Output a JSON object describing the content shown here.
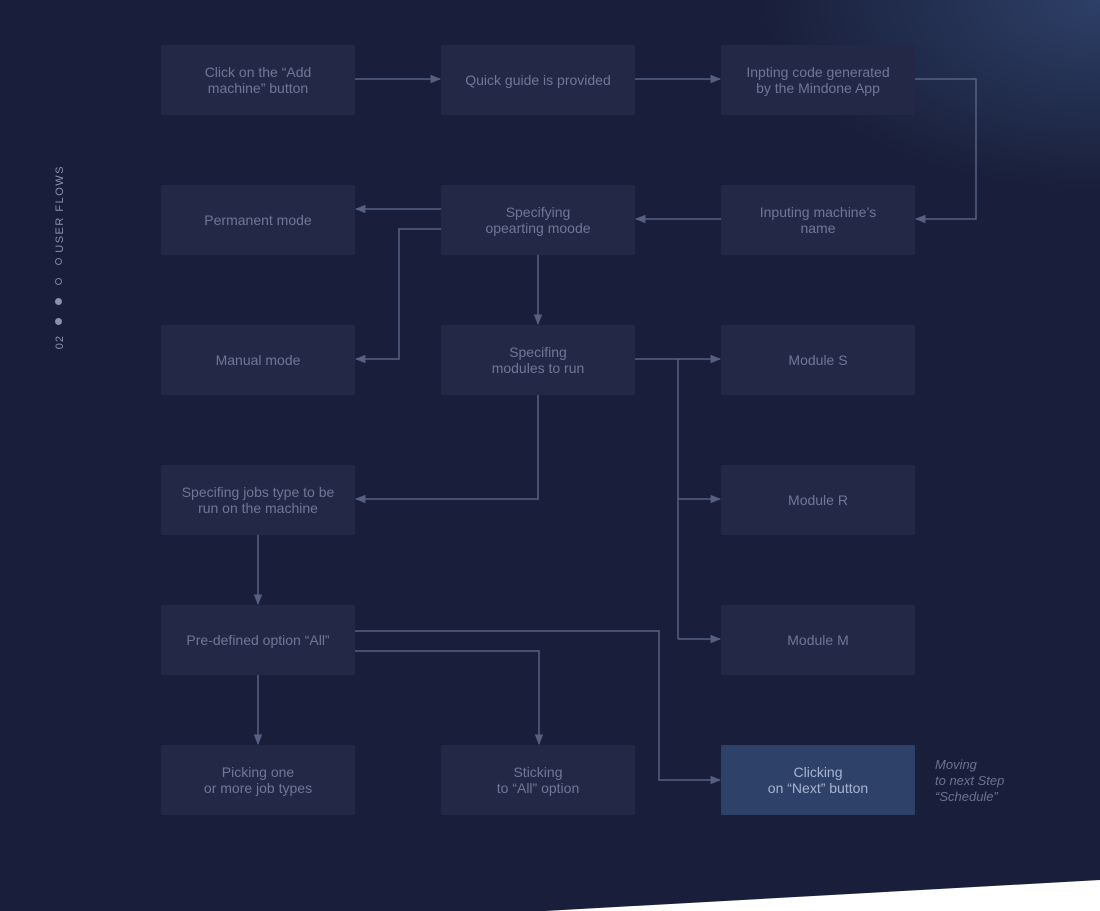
{
  "sidebar": {
    "section_title": "USER FLOWS",
    "section_number": "02",
    "dots": [
      "hollow",
      "hollow",
      "filled",
      "filled"
    ]
  },
  "flow": {
    "nodes": {
      "add_machine": "Click on the “Add\nmachine” button",
      "quick_guide": "Quick guide is provided",
      "input_code": "Inpting code generated\nby the Mindone App",
      "permanent_mode": "Permanent mode",
      "operating_mode": "Specifying\nopearting moode",
      "machine_name": "Inputing machine’s\nname",
      "manual_mode": "Manual mode",
      "modules_to_run": "Specifing\nmodules to run",
      "module_s": "Module S",
      "jobs_type": "Specifing jobs type to be\nrun on the machine",
      "module_r": "Module R",
      "predefined_all": "Pre-defined option “All”",
      "module_m": "Module M",
      "pick_job_types": "Picking one\nor more job types",
      "stick_all": "Sticking\nto “All” option",
      "click_next": "Clicking\non “Next” button"
    },
    "note": "Moving\nto next Step\n“Schedule”"
  },
  "colors": {
    "background": "#191f3a",
    "box": "#222845",
    "highlight_box": "#2e4168",
    "connector": "#566082",
    "text": "#6f7798"
  }
}
